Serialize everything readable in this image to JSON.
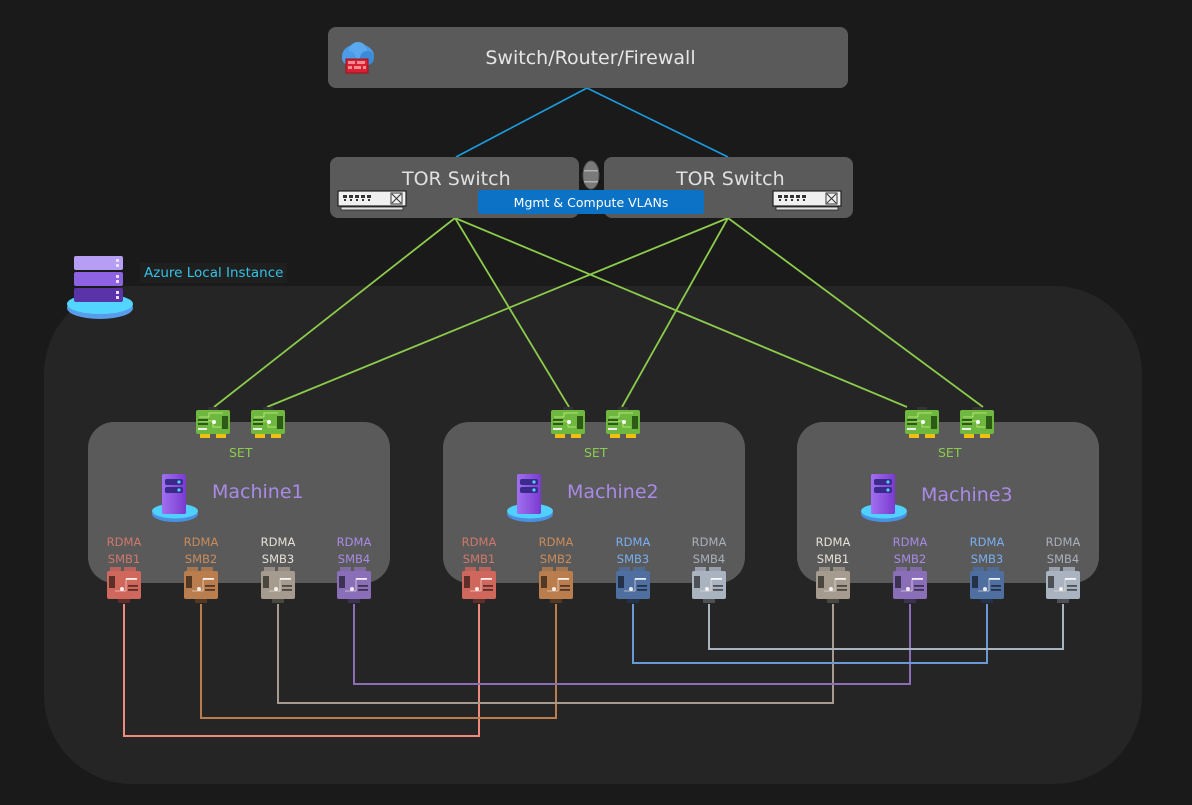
{
  "firewall": {
    "label": "Switch/Router/Firewall",
    "icon": "cloud-firewall-icon"
  },
  "tor_switches": [
    {
      "label": "TOR Switch",
      "icon": "network-switch-icon"
    },
    {
      "label": "TOR Switch",
      "icon": "network-switch-icon"
    }
  ],
  "vlan_badge": "Mgmt & Compute VLANs",
  "instance": {
    "label": "Azure Local Instance",
    "icon": "server-stack-icon"
  },
  "colors": {
    "uplink": "#1a9de0",
    "set_link": "#8ccc4c",
    "smb_red": "#f08a7c",
    "smb_orange": "#b97d4e",
    "smb_tan": "#a59b8e",
    "smb_purple": "#8a6fb8",
    "smb_blue": "#6a9ad6",
    "smb_gray": "#aab3c0"
  },
  "machines": [
    {
      "name": "Machine1",
      "set_label": "SET",
      "nics": [
        {
          "line1": "RDMA",
          "line2": "SMB1",
          "color": "#d0675c",
          "label_color": "#d0786c"
        },
        {
          "line1": "RDMA",
          "line2": "SMB2",
          "color": "#b97d4e",
          "label_color": "#c98c5c"
        },
        {
          "line1": "RDMA",
          "line2": "SMB3",
          "color": "#a59b8e",
          "label_color": "#e6e0d8"
        },
        {
          "line1": "RDMA",
          "line2": "SMB4",
          "color": "#8a6fb8",
          "label_color": "#a98ae6"
        }
      ]
    },
    {
      "name": "Machine2",
      "set_label": "SET",
      "nics": [
        {
          "line1": "RDMA",
          "line2": "SMB1",
          "color": "#d0675c",
          "label_color": "#d0786c"
        },
        {
          "line1": "RDMA",
          "line2": "SMB2",
          "color": "#b97d4e",
          "label_color": "#c98c5c"
        },
        {
          "line1": "RDMA",
          "line2": "SMB3",
          "color": "#4e6fa0",
          "label_color": "#7aaef0"
        },
        {
          "line1": "RDMA",
          "line2": "SMB4",
          "color": "#aab3c0",
          "label_color": "#a9b0ba"
        }
      ]
    },
    {
      "name": "Machine3",
      "set_label": "SET",
      "nics": [
        {
          "line1": "RDMA",
          "line2": "SMB1",
          "color": "#a59b8e",
          "label_color": "#e6e0d8"
        },
        {
          "line1": "RDMA",
          "line2": "SMB2",
          "color": "#8a6fb8",
          "label_color": "#a98ae6"
        },
        {
          "line1": "RDMA",
          "line2": "SMB3",
          "color": "#4e6fa0",
          "label_color": "#7aaef0"
        },
        {
          "line1": "RDMA",
          "line2": "SMB4",
          "color": "#aab3c0",
          "label_color": "#a9b0ba"
        }
      ]
    }
  ],
  "rdma_links": [
    {
      "from": "Machine1.SMB1",
      "to": "Machine2.SMB1",
      "color": "#f08a7c"
    },
    {
      "from": "Machine1.SMB2",
      "to": "Machine2.SMB2",
      "color": "#b97d4e"
    },
    {
      "from": "Machine1.SMB3",
      "to": "Machine3.SMB1",
      "color": "#a59b8e"
    },
    {
      "from": "Machine1.SMB4",
      "to": "Machine3.SMB2",
      "color": "#8a6fb8"
    },
    {
      "from": "Machine2.SMB3",
      "to": "Machine3.SMB3",
      "color": "#6a9ad6"
    },
    {
      "from": "Machine2.SMB4",
      "to": "Machine3.SMB4",
      "color": "#aab3c0"
    }
  ]
}
